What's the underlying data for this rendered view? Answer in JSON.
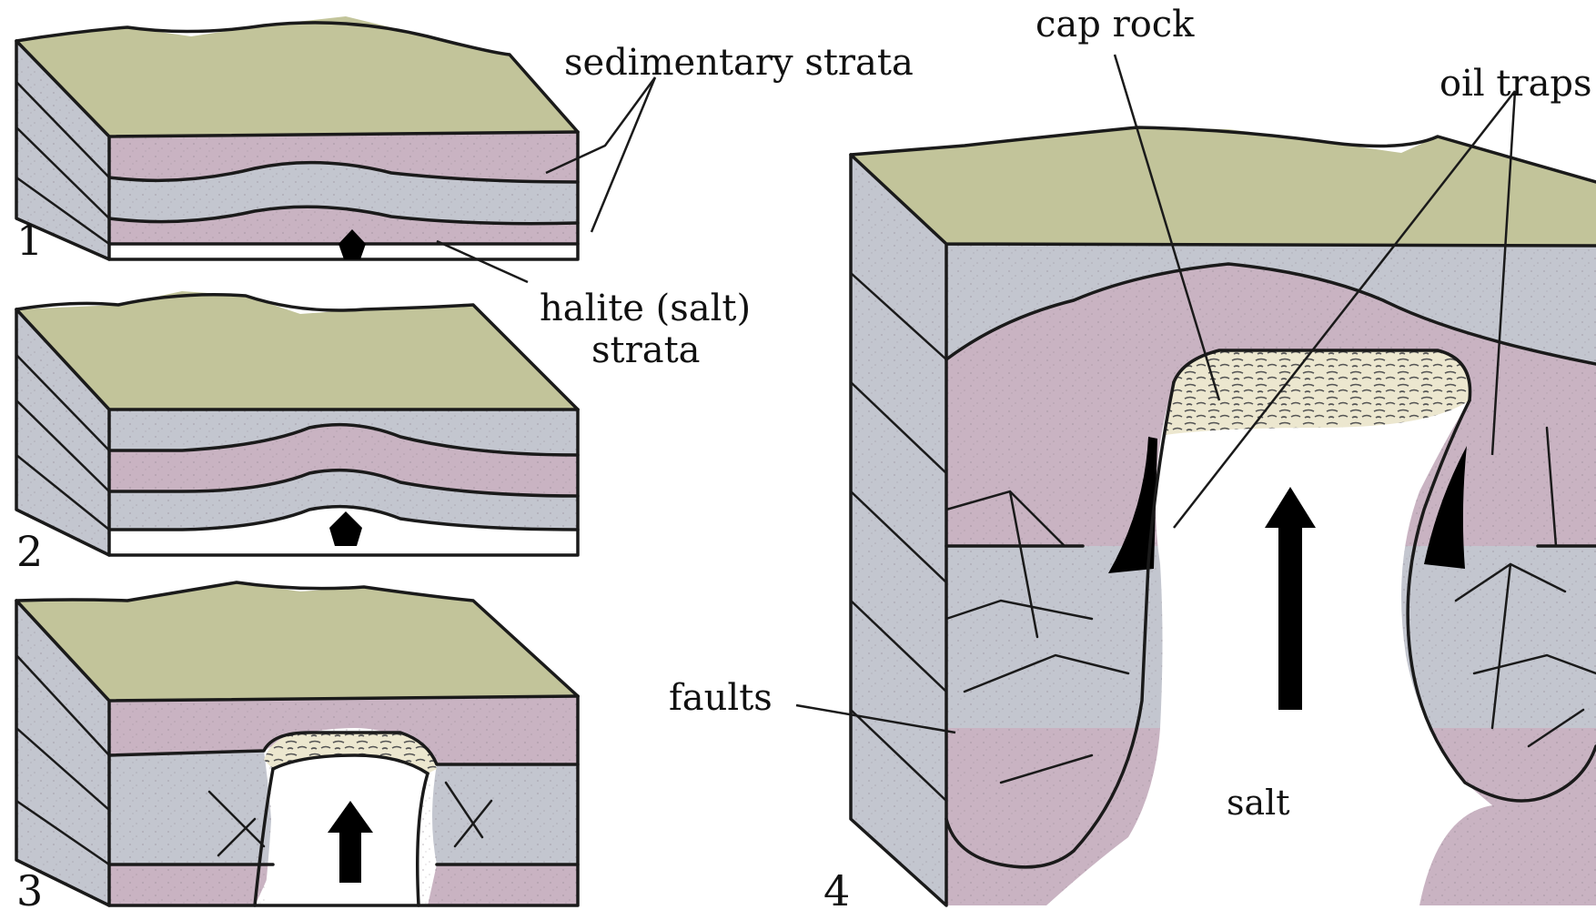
{
  "labels": {
    "sedimentary_strata": "sedimentary strata",
    "halite_line1": "halite (salt)",
    "halite_line2": "strata",
    "cap_rock": "cap rock",
    "oil_traps": "oil traps",
    "faults": "faults",
    "salt": "salt"
  },
  "stages": [
    "1",
    "2",
    "3",
    "4"
  ],
  "colors": {
    "top_surface": "#c2c49a",
    "mauve_layer": "#c9b3c2",
    "grey_layer": "#c3c6cf",
    "salt": "#ffffff",
    "cap_rock": "#ece7cf",
    "oil": "#000000",
    "outline": "#1a1a1a"
  }
}
